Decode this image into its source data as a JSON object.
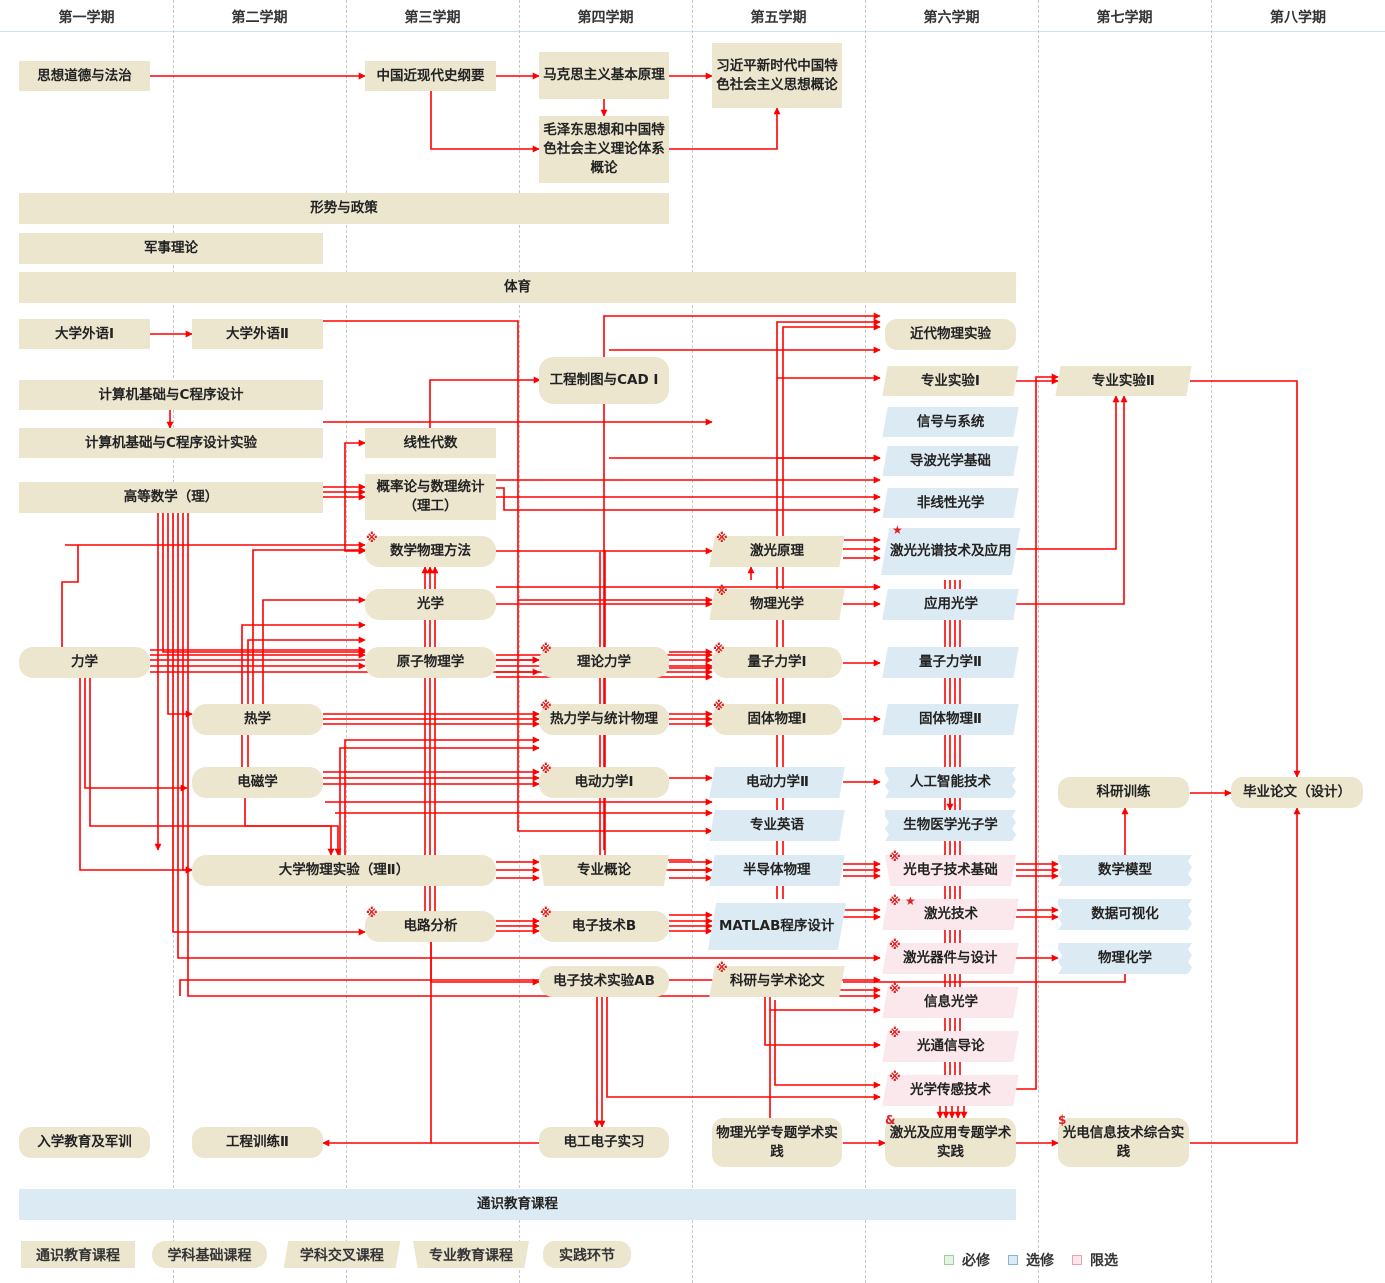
{
  "semesters": [
    "第一学期",
    "第二学期",
    "第三学期",
    "第四学期",
    "第五学期",
    "第六学期",
    "第七学期",
    "第八学期"
  ],
  "courses": {
    "sixiang": "思想道德与法治",
    "jindaishi": "中国近现代史纲要",
    "makesi": "马克思主义基本原理",
    "mao": "毛泽东思想和中国特色社会主义理论体系概论",
    "xi": "习近平新时代中国特色社会主义思想概论",
    "xingshi": "形势与政策",
    "junshi": "军事理论",
    "tiyu": "体育",
    "waiyu1": "大学外语Ⅰ",
    "waiyu2": "大学外语Ⅱ",
    "jisuanji": "计算机基础与C程序设计",
    "jisuanji_exp": "计算机基础与C程序设计实验",
    "gaoshu": "高等数学（理）",
    "xiandai": "线性代数",
    "gailv": "概率论与数理统计（理工）",
    "shuli": "数学物理方法",
    "guangxue": "光学",
    "lixue": "力学",
    "yuanzi": "原子物理学",
    "rexue": "热学",
    "dianci": "电磁学",
    "wuli_exp": "大学物理实验（理Ⅱ）",
    "dianlu": "电路分析",
    "ruxue": "入学教育及军训",
    "xunlian2": "工程训练Ⅱ",
    "zhitu": "工程制图与CAD Ⅰ",
    "lilun": "理论力学",
    "re_tongji": "热力学与统计物理",
    "diandong1": "电动力学Ⅰ",
    "gailun": "专业概论",
    "dianziB": "电子技术B",
    "dianzi_exp": "电子技术实验AB",
    "shixi": "电工电子实习",
    "jiguang": "激光原理",
    "wuliguang": "物理光学",
    "liangzi1": "量子力学Ⅰ",
    "guti1": "固体物理Ⅰ",
    "diandong2": "电动力学Ⅱ",
    "yingyu": "专业英语",
    "bandaoti": "半导体物理",
    "matlab": "MATLAB程序设计",
    "lunwen": "科研与学术论文",
    "wuli_sj": "物理光学专题学术实践",
    "jindai_exp": "近代物理实验",
    "zy_exp1": "专业实验Ⅰ",
    "xinhao": "信号与系统",
    "daobo": "导波光学基础",
    "feixian": "非线性光学",
    "guangpu": "激光光谱技术及应用",
    "yingyong": "应用光学",
    "liangzi2": "量子力学Ⅱ",
    "guti2": "固体物理Ⅱ",
    "ai": "人工智能技术",
    "shengyi": "生物医学光子学",
    "guangdian": "光电子技术基础",
    "jg_jishu": "激光技术",
    "jg_qijian": "激光器件与设计",
    "xinxi": "信息光学",
    "tongxin": "光通信导论",
    "chuangan": "光学传感技术",
    "jg_sj": "激光及应用专题学术实践",
    "zy_exp2": "专业实验Ⅱ",
    "keyan": "科研训练",
    "moxing": "数学模型",
    "keshihua": "数据可视化",
    "wuhua": "物理化学",
    "zonghe": "光电信息技术综合实践",
    "biye": "毕业论文（设计）",
    "tongshi": "通识教育课程"
  },
  "markers": {
    "asterisk": "※",
    "star": "★",
    "amp": "&",
    "dollar": "$"
  },
  "legend": {
    "types": [
      "通识教育课程",
      "学科基础课程",
      "学科交叉课程",
      "专业教育课程",
      "实践环节"
    ],
    "requirements": [
      "必修",
      "选修",
      "限选"
    ]
  },
  "colors": {
    "arrow": "#ff0000",
    "course_fill": "#ece6cf",
    "elective_fill": "#dcebf3",
    "restricted_fill": "#fbe8ec",
    "required_border": "#9ed09e",
    "elective_border": "#7fb8da",
    "restricted_border": "#e8a2b0"
  }
}
